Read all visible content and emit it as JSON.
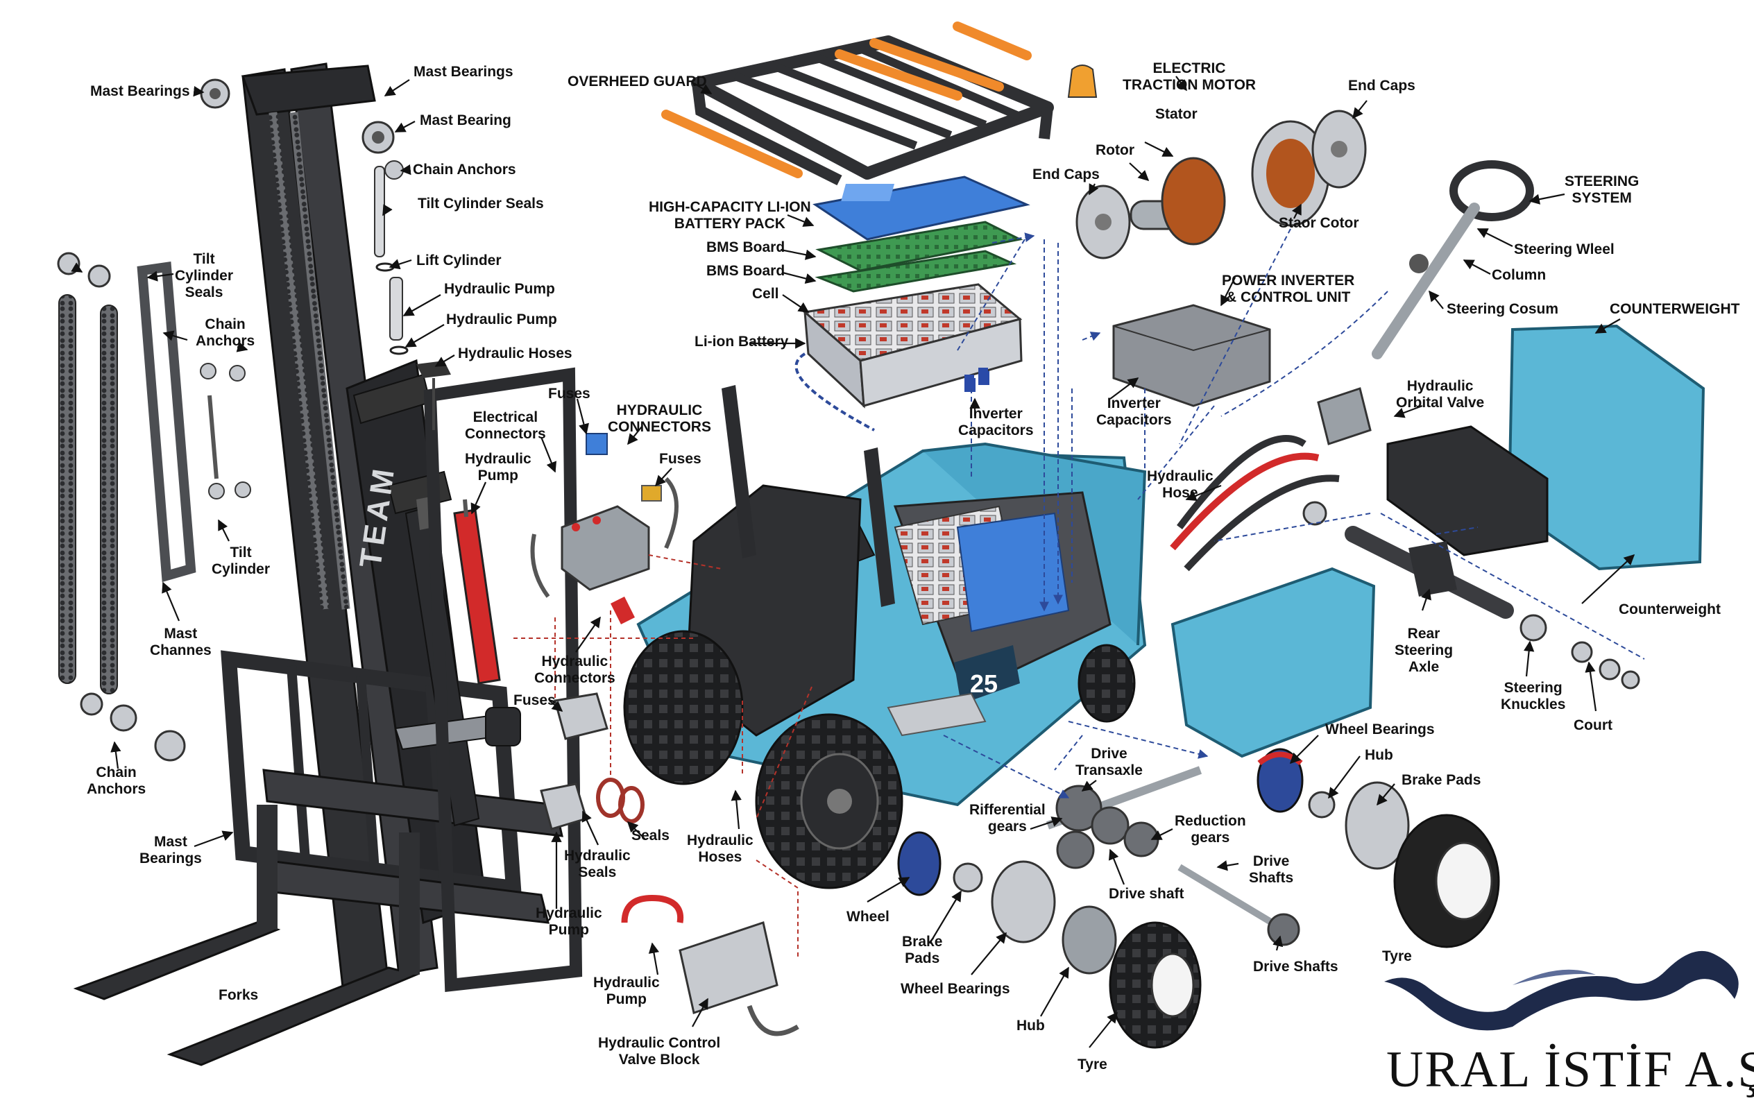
{
  "brand": {
    "name": "URAL İSTİF A.Ş.",
    "mast_logo": "TEAM",
    "truck_number": "25"
  },
  "colors": {
    "body": "#5bb7d6",
    "body_dark": "#2d8fb3",
    "orange": "#f08a2b",
    "red": "#d22a2a",
    "dark": "#2f3033",
    "steel": "#9aa0a6",
    "navy": "#1e2a4a",
    "blue_pack": "#3f7fd9",
    "pcb": "#3f9a52"
  },
  "labels": {
    "mast_bearings_left": "Mast Bearings",
    "mast_bearings_top": "Mast Bearings",
    "mast_bearing": "Mast Bearing",
    "chain_anchors_top": "Chain Anchors",
    "tilt_cylinder_seals_right": "Tilt Cylinder Seals",
    "lift_cylinder": "Lift Cylinder",
    "hydraulic_pump_1": "Hydraulic Pump",
    "hydraulic_pump_2": "Hydraulic Pump",
    "hydraulic_hoses_top": "Hydraulic Hoses",
    "tilt_cylinder_seals_left": "Tilt\nCylinder\nSeals",
    "chain_anchors_mid": "Chain\nAnchors",
    "tilt_cylinder": "Tilt\nCylinder",
    "mast_channes": "Mast\nChannes",
    "chain_anchors_bottom": "Chain\nAnchors",
    "mast_bearings_bottom": "Mast\nBearings",
    "forks": "Forks",
    "overhead_guard": "OVERHEED GUARD",
    "battery_pack": "HIGH-CAPACITY LI-ION\nBATTERY PACK",
    "bms_board_1": "BMS Board",
    "bms_board_2": "BMS Board",
    "cell": "Cell",
    "li_ion_battery": "Li-ion Battery",
    "electrical_connectors": "Electrical\nConnectors",
    "fuses_top": "Fuses",
    "hydraulic_connectors_top": "HYDRAULIC\nCONNECTORS",
    "fuses_mid": "Fuses",
    "hydraulic_pump_mid": "Hydraulic\nPump",
    "hydraulic_connectors_mid": "Hydraulic\nConnectors",
    "fuses_low": "Fuses",
    "seals": "Seals",
    "hydraulic_seals": "Hydraulic\nSeals",
    "hydraulic_hoses_low": "Hydraulic\nHoses",
    "hydraulic_pump_low": "Hydraulic\nPump",
    "hydraulic_pump_bottom": "Hydraulic\nPump",
    "hydraulic_control_valve": "Hydraulic Control\nValve Block",
    "inverter_capacitors_1": "Inverter\nCapacitors",
    "inverter_capacitors_2": "Inverter\nCapacitors",
    "electric_traction_motor": "ELECTRIC\nTRACTION MOTOR",
    "stator": "Stator",
    "rotor": "Rotor",
    "end_caps_left": "End Caps",
    "end_caps_right": "End Caps",
    "staor_cotor": "Staor Cotor",
    "power_inverter": "POWER INVERTER\n& CONTROL UNIT",
    "steering_system": "STEERING\nSYSTEM",
    "steering_wleel": "Steering Wleel",
    "column": "Column",
    "steering_cosum": "Steering Cosum",
    "counterweight_caps": "COUNTERWEIGHT",
    "hydraulic_orbital_valve": "Hydraulic\nOrbital Valve",
    "hydraulic_hose": "Hydraulic\nHose",
    "counterweight": "Counterweight",
    "rear_steering_axle": "Rear\nSteering\nAxle",
    "steering_knuckles": "Steering\nKnuckles",
    "court": "Court",
    "wheel_bearings_right": "Wheel Bearings",
    "hub_right": "Hub",
    "brake_pads_right": "Brake Pads",
    "drive_transaxle": "Drive\nTransaxle",
    "rifferential_gears": "Rifferential\ngears",
    "reduction_gears": "Reduction\ngears",
    "drive_shaft": "Drive shaft",
    "drive_shafts_1": "Drive\nShafts",
    "drive_shafts_2": "Drive Shafts",
    "wheel": "Wheel",
    "brake_pads_left": "Brake\nPads",
    "wheel_bearings_bottom": "Wheel Bearings",
    "hub_bottom": "Hub",
    "tyre_bottom": "Tyre",
    "tyre_right": "Tyre"
  }
}
